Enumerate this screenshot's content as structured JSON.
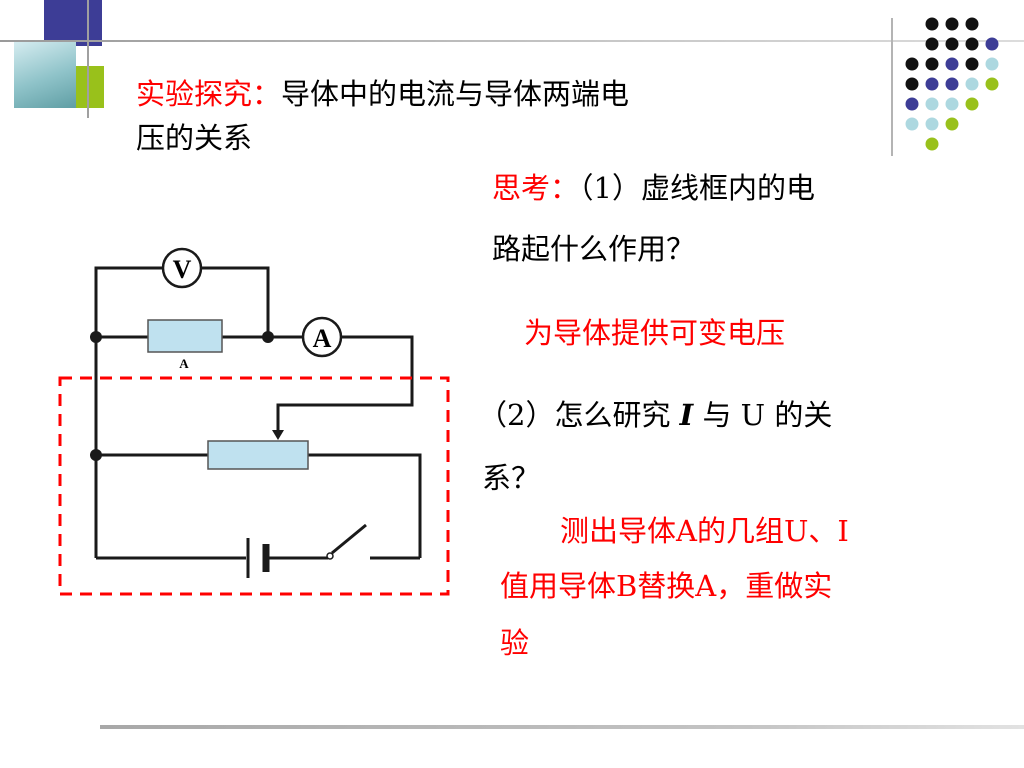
{
  "title": {
    "label": "实验探究：",
    "line1": "导体中的电流与导体两端电",
    "line2": "压的关系"
  },
  "thinking": {
    "label": "思考：",
    "q1_line1": "（1）虚线框内的电",
    "q1_line2": "路起什么作用？",
    "a1": "为导体提供可变电压",
    "q2_prefix": "（2）怎么研究 ",
    "q2_I": "I",
    "q2_mid": " 与 U 的关",
    "q2_line2": "系？",
    "a2_line1": "测出导体A的几组U、I",
    "a2_line2": "值用导体B替换A，重做实",
    "a2_line3": "验"
  },
  "circuit": {
    "voltmeter": "V",
    "ammeter": "A",
    "resistor_label": "A"
  },
  "colors": {
    "accent_red": "#ff0000",
    "dot_black": "#111111",
    "dot_blue": "#3d3d96",
    "dot_light": "#add8e0",
    "dot_green": "#99c11b",
    "resistor_fill": "#bfe1ef"
  }
}
